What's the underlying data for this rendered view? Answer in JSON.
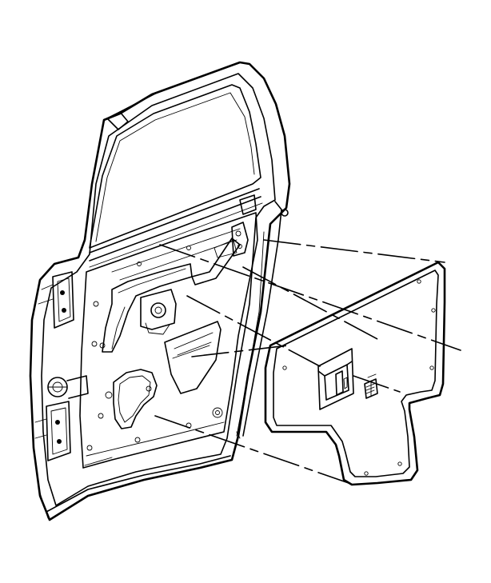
{
  "diagram": {
    "parts": [
      {
        "id": "door-frame",
        "icon": "door-frame-icon"
      },
      {
        "id": "window-opening",
        "icon": "window-icon"
      },
      {
        "id": "door-hinge-upper",
        "icon": "hinge-icon"
      },
      {
        "id": "door-hinge-lower",
        "icon": "hinge-icon"
      },
      {
        "id": "door-check-link",
        "icon": "door-check-icon"
      },
      {
        "id": "inner-panel-wiring",
        "icon": "wiring-harness-icon"
      },
      {
        "id": "window-regulator-motor",
        "icon": "motor-icon"
      },
      {
        "id": "access-hole-cover",
        "icon": "access-cover-icon"
      },
      {
        "id": "water-deflector",
        "icon": "water-deflector-icon"
      },
      {
        "id": "deflector-switch-pocket",
        "icon": "switch-pocket-icon"
      },
      {
        "id": "wiring-connector",
        "icon": "connector-icon"
      }
    ],
    "leader_lines": 6,
    "colors": {
      "line": "#000000",
      "background": "#ffffff"
    }
  }
}
